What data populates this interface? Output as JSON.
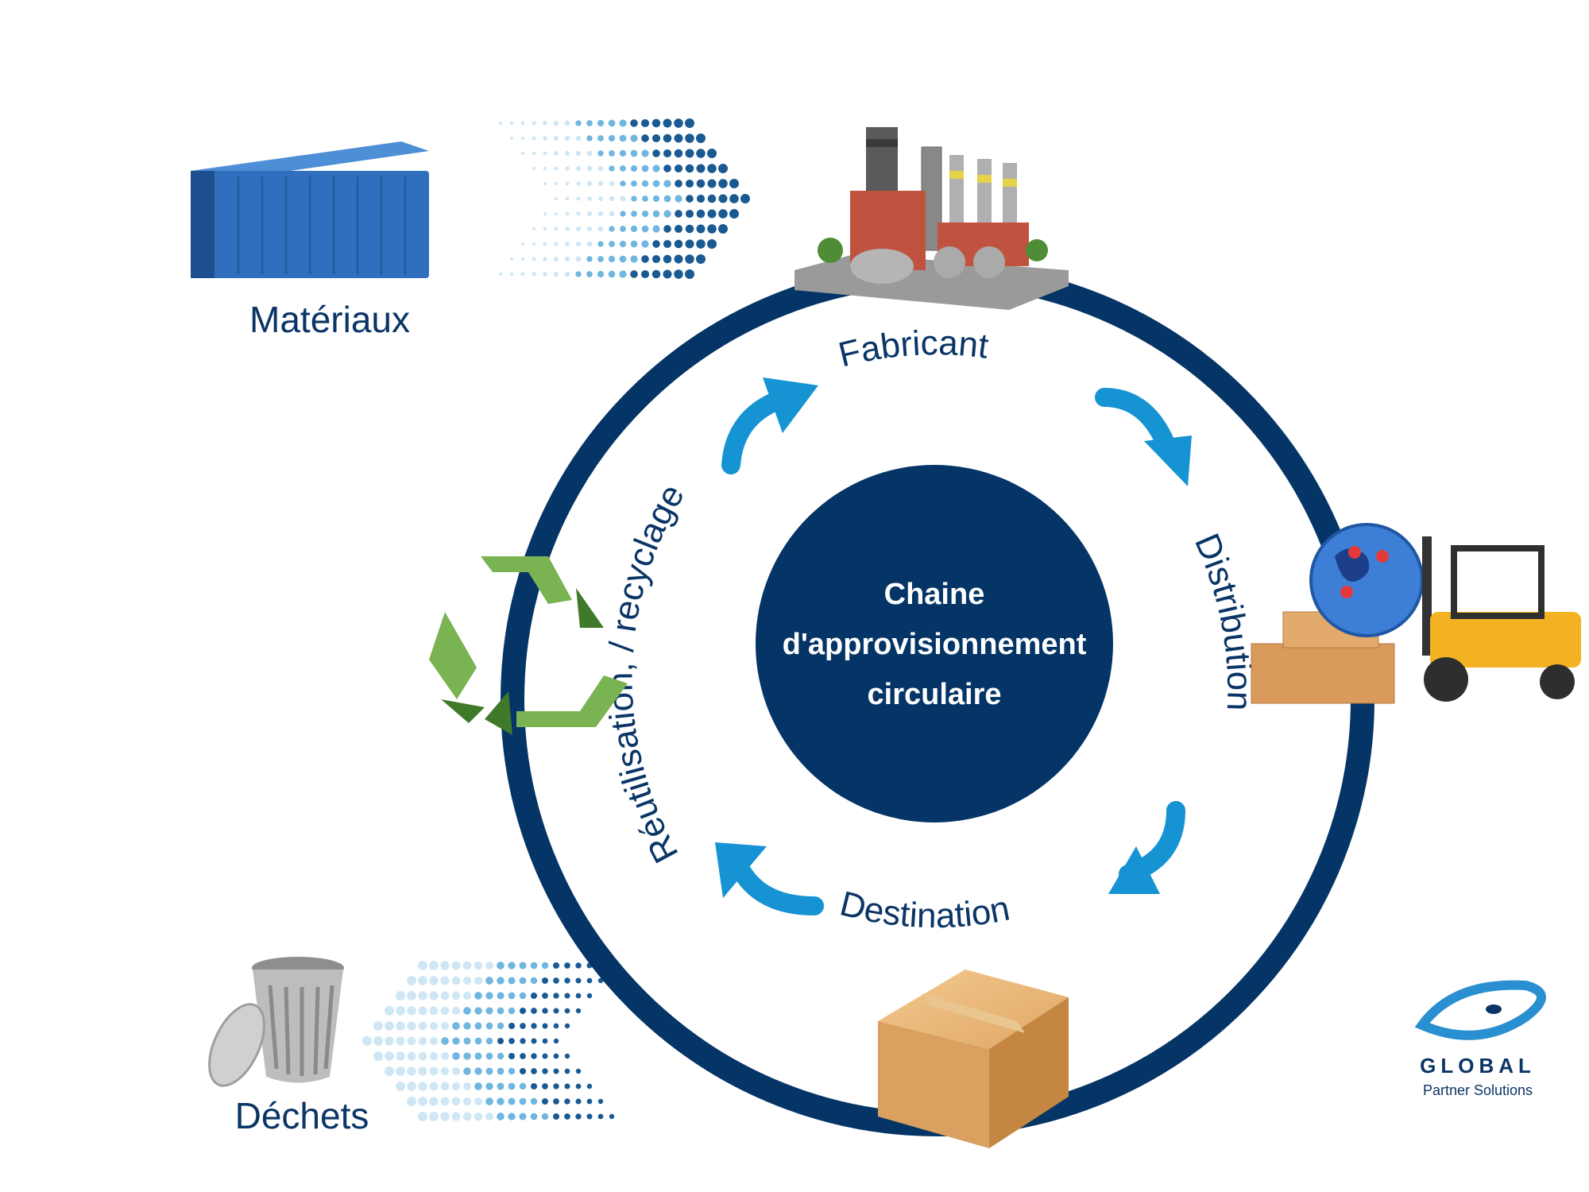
{
  "center": {
    "line1": "Chaine",
    "line2": "d'approvisionnement",
    "line3": "circulaire"
  },
  "stages": {
    "fabricant": "Fabricant",
    "distribution": "Distribution",
    "destination": "Destination",
    "recycling": "Réutilisation, / recyclage"
  },
  "inputs": {
    "materials": "Matériaux",
    "waste": "Déchets"
  },
  "logo": {
    "name": "GLOBAL",
    "subtitle": "Partner Solutions"
  },
  "colors": {
    "ring": "#053466",
    "arrow": "#1693d2",
    "text": "#0a3566",
    "recycle_light": "#7ab352",
    "recycle_dark": "#3f7a2a"
  }
}
